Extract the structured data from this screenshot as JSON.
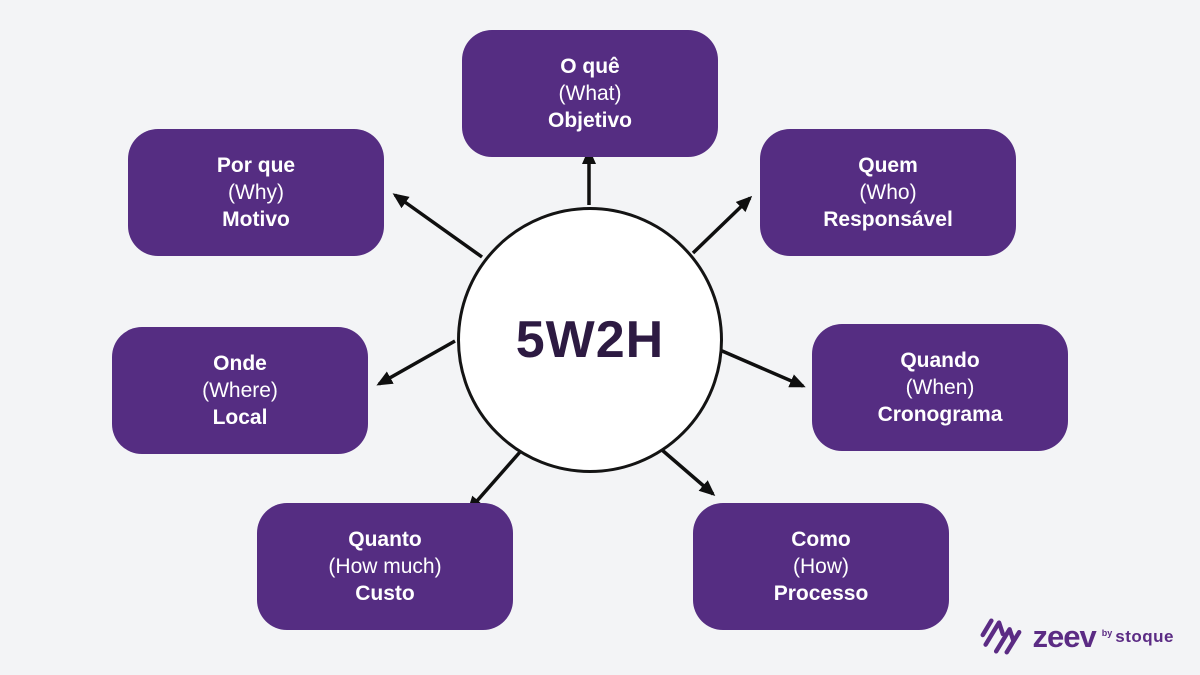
{
  "diagram": {
    "center_label": "5W2H",
    "nodes": [
      {
        "id": "what",
        "title": "O quê",
        "english": "(What)",
        "subtitle": "Objetivo"
      },
      {
        "id": "why",
        "title": "Por que",
        "english": "(Why)",
        "subtitle": "Motivo"
      },
      {
        "id": "who",
        "title": "Quem",
        "english": "(Who)",
        "subtitle": "Responsável"
      },
      {
        "id": "where",
        "title": "Onde",
        "english": "(Where)",
        "subtitle": "Local"
      },
      {
        "id": "when",
        "title": "Quando",
        "english": "(When)",
        "subtitle": "Cronograma"
      },
      {
        "id": "how_much",
        "title": "Quanto",
        "english": "(How much)",
        "subtitle": "Custo"
      },
      {
        "id": "how",
        "title": "Como",
        "english": "(How)",
        "subtitle": "Processo"
      }
    ],
    "colors": {
      "box": "#552d82",
      "box_text": "#ffffff",
      "center_text": "#2d1a42",
      "circle_fill": "#ffffff",
      "circle_border": "#141414",
      "arrow": "#0f0f0f",
      "background": "#f3f4f6",
      "logo": "#5b2b84"
    }
  },
  "logo": {
    "icon": "zeev-zigzag-icon",
    "brand": "zeev",
    "by": "by",
    "company": "stoque"
  }
}
